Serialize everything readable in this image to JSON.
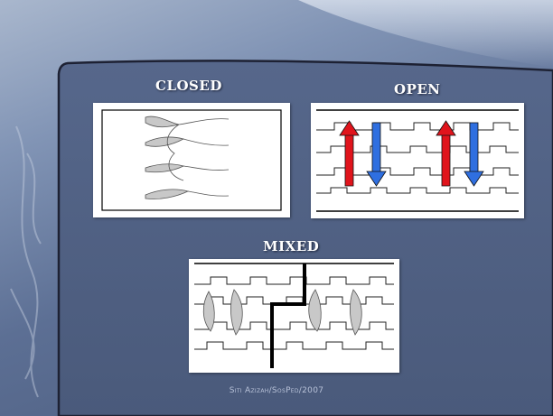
{
  "slide": {
    "label_closed": "CLOSED",
    "label_open": "OPEN",
    "label_mixed": "MIXED",
    "footer": "Siti Azizah/SosPed/2007"
  },
  "colors": {
    "arrow_up": "#e0141c",
    "arrow_down": "#2f6fe0",
    "bracket": "#b8b8b8",
    "bridge": "#000000"
  }
}
